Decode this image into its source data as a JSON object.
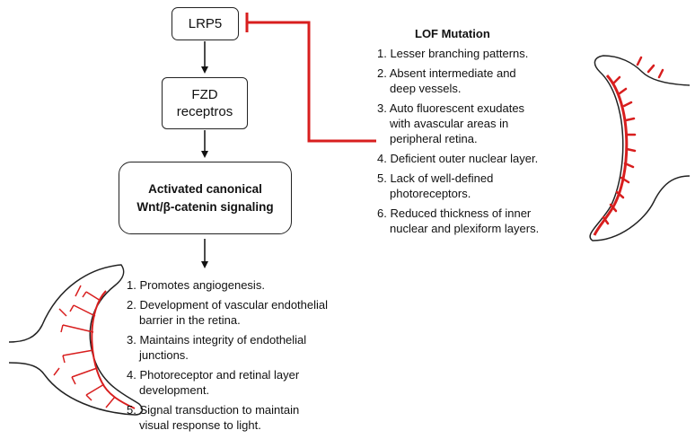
{
  "boxes": {
    "lrp5": "LRP5",
    "fzd_line1": "FZD",
    "fzd_line2": "receptros",
    "wnt_line1": "Activated canonical",
    "wnt_line2": "Wnt/β-catenin signaling"
  },
  "lof": {
    "title": "LOF Mutation",
    "items": [
      {
        "main": "1. Lesser branching patterns.",
        "cont": ""
      },
      {
        "main": "2. Absent intermediate and",
        "cont": "deep vessels."
      },
      {
        "main": "3. Auto fluorescent exudates",
        "cont": "with avascular areas in",
        "cont2": "peripheral retina."
      },
      {
        "main": "4. Deficient outer nuclear layer.",
        "cont": ""
      },
      {
        "main": "5. Lack of well-defined",
        "cont": "photoreceptors."
      },
      {
        "main": "6. Reduced thickness of inner",
        "cont": "nuclear and plexiform layers."
      }
    ]
  },
  "wnt_effects": {
    "items": [
      {
        "main": "1. Promotes angiogenesis.",
        "cont": ""
      },
      {
        "main": "2. Development of vascular endothelial",
        "cont": "barrier in the retina."
      },
      {
        "main": "3. Maintains integrity of endothelial",
        "cont": "junctions."
      },
      {
        "main": "4. Photoreceptor and retinal layer",
        "cont": "development."
      },
      {
        "main": "5. Signal transduction to maintain",
        "cont": "visual response to light."
      }
    ]
  },
  "colors": {
    "inhibition": "#d81e1e",
    "vessel": "#e02020",
    "outline": "#222222"
  }
}
